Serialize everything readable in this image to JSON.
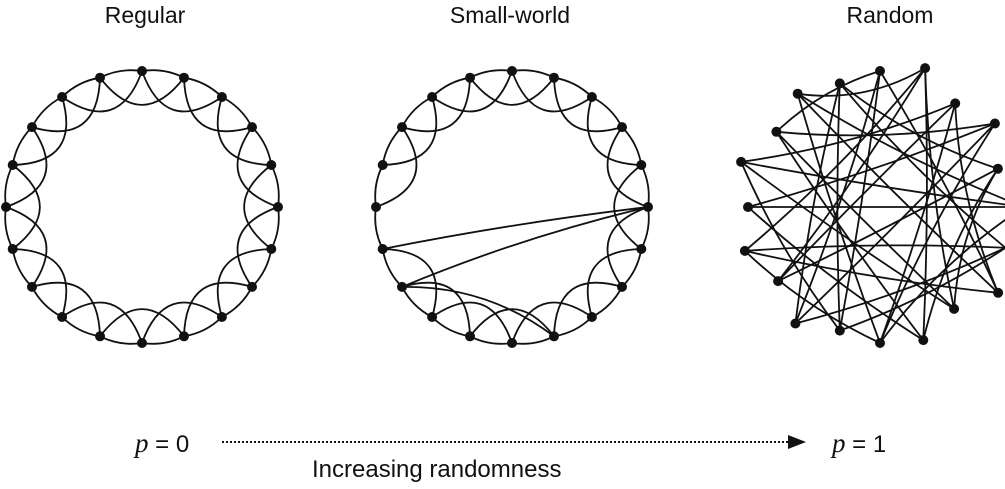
{
  "titles": {
    "regular": "Regular",
    "small_world": "Small-world",
    "random": "Random"
  },
  "axis": {
    "start_symbol": "p",
    "start_value": "= 0",
    "end_symbol": "p",
    "end_value": "= 1",
    "caption": "Increasing randomness"
  },
  "graphs": {
    "node_count": 20,
    "small_world_rewired_edges": [
      [
        13,
        5
      ],
      [
        13,
        9
      ],
      [
        14,
        5
      ]
    ],
    "random_edges": [
      [
        0,
        7
      ],
      [
        0,
        11
      ],
      [
        1,
        9
      ],
      [
        1,
        14
      ],
      [
        2,
        10
      ],
      [
        2,
        16
      ],
      [
        3,
        12
      ],
      [
        3,
        17
      ],
      [
        4,
        13
      ],
      [
        4,
        8
      ],
      [
        5,
        15
      ],
      [
        5,
        18
      ],
      [
        6,
        11
      ],
      [
        6,
        19
      ],
      [
        7,
        14
      ],
      [
        7,
        2
      ],
      [
        8,
        16
      ],
      [
        8,
        1
      ],
      [
        9,
        17
      ],
      [
        9,
        4
      ],
      [
        10,
        18
      ],
      [
        10,
        3
      ],
      [
        11,
        19
      ],
      [
        12,
        0
      ],
      [
        12,
        6
      ],
      [
        13,
        1
      ],
      [
        14,
        10
      ],
      [
        15,
        3
      ],
      [
        15,
        9
      ],
      [
        16,
        5
      ],
      [
        17,
        0
      ],
      [
        18,
        7
      ],
      [
        19,
        12
      ],
      [
        19,
        4
      ],
      [
        11,
        16
      ],
      [
        6,
        14
      ],
      [
        2,
        13
      ],
      [
        18,
        1
      ],
      [
        17,
        8
      ],
      [
        5,
        10
      ]
    ]
  },
  "colors": {
    "ink": "#111111",
    "background": "#ffffff"
  }
}
